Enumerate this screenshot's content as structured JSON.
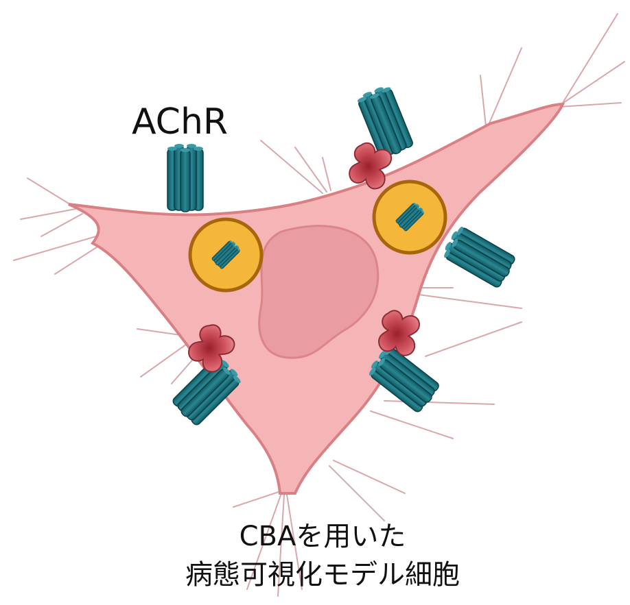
{
  "labels": {
    "receptor": "AChR",
    "caption_line1": "CBAを用いた",
    "caption_line2": "病態可視化モデル細胞"
  },
  "colors": {
    "cell_fill": "#f5b5b7",
    "cell_stroke": "#d98085",
    "nucleus_fill": "#e89a9f",
    "receptor_teal": "#1b6e78",
    "antibody_red": "#d0505c",
    "vesicle_gold": "#f5b73a",
    "vesicle_ring": "#a8660a",
    "filopodia": "#d9a7aa"
  },
  "icons": [
    "receptor-icon",
    "antibody-icon",
    "internalized-vesicle-icon",
    "nucleus-icon"
  ]
}
